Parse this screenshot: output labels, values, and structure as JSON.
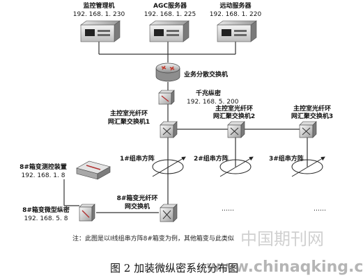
{
  "servers": [
    {
      "name": "监控管理机",
      "ip": "192. 168. 1. 230"
    },
    {
      "name": "AGC服务器",
      "ip": "192. 168. 1. 225"
    },
    {
      "name": "远动服务器",
      "ip": "192. 168. 1. 220"
    }
  ],
  "core_switch": {
    "name": "业务分散交换机"
  },
  "encryptor": {
    "name": "千兆纵密",
    "ip": "192. 168. 5. 200"
  },
  "ring_switches": [
    {
      "line1": "主控室光纤环",
      "line2": "网汇聚交换机1"
    },
    {
      "line1": "主控室光纤环",
      "line2": "网汇聚交换机2"
    },
    {
      "line1": "主控室光纤环",
      "line2": "网汇聚交换机3"
    }
  ],
  "arrays": [
    "1#组串方阵",
    "2#组串方阵",
    "3#组串方阵"
  ],
  "box_switch": {
    "line1": "8#箱变光纤环",
    "line2": "网交换机"
  },
  "box_monitor": {
    "name": "8#箱变测控装置",
    "ip": "192. 168. 1. 8"
  },
  "box_encryptor": {
    "name": "8#箱变微型纵密",
    "ip": "192. 168. 5. 8"
  },
  "ellipses": [
    "……",
    "……"
  ],
  "note": "注：此图是以Ⅰ线组串方阵8#箱变为例，其他箱变与此类似",
  "caption": "图 2  加装微纵密系统分布图",
  "watermark": {
    "cn": "中国期刊网",
    "url": "www.chinaqking.com"
  }
}
